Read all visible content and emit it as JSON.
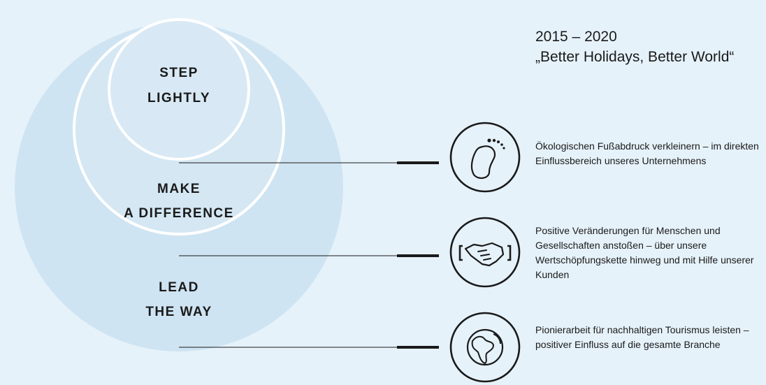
{
  "header": {
    "years": "2015 – 2020",
    "slogan": "„Better Holidays, Better World“"
  },
  "circles": {
    "inner": {
      "line1": "STEP",
      "line2": "LIGHTLY"
    },
    "middle": {
      "line1": "MAKE",
      "line2": "A DIFFERENCE"
    },
    "outer": {
      "line1": "LEAD",
      "line2": "THE WAY"
    }
  },
  "pillars": [
    {
      "icon": "footprint-icon",
      "text": "Ökologischen Fußabdruck verkleinern – im direkten Einflussbereich unseres Unternehmens"
    },
    {
      "icon": "handshake-icon",
      "text": "Positive Veränderungen für Menschen und Gesellschaften anstoßen – über unsere Wertschöpfungskette hinweg und mit Hilfe unserer Kunden"
    },
    {
      "icon": "globe-icon",
      "text": "Pionierarbeit für nachhaltigen Tourismus leisten – positiver Einfluss auf die gesamte Branche"
    }
  ],
  "colors": {
    "background": "#e6f2fa",
    "outer_circle": "#cfe4f2",
    "inner_rings": "#ffffff",
    "ink": "#1a1a1a"
  }
}
